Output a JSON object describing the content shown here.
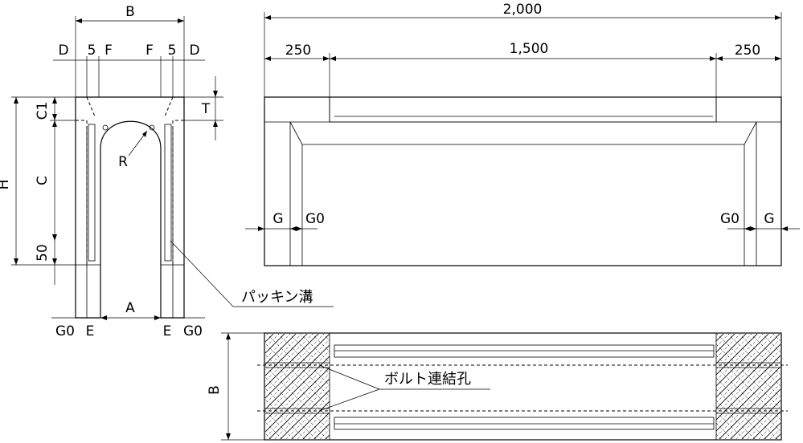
{
  "cross_section": {
    "labels": {
      "B": "B",
      "D": "D",
      "five": "5",
      "F": "F",
      "T": "T",
      "C1": "C1",
      "C": "C",
      "H": "H",
      "fifty": "50",
      "R": "R",
      "A": "A",
      "G0": "G0",
      "E": "E"
    },
    "packing_groove_label": "パッキン溝"
  },
  "side_view": {
    "total": "2,000",
    "end_left": "250",
    "middle": "1,500",
    "end_right": "250",
    "G": "G",
    "G0": "G0"
  },
  "plan_view": {
    "B": "B",
    "bolt_hole_label": "ボルト連結孔"
  }
}
